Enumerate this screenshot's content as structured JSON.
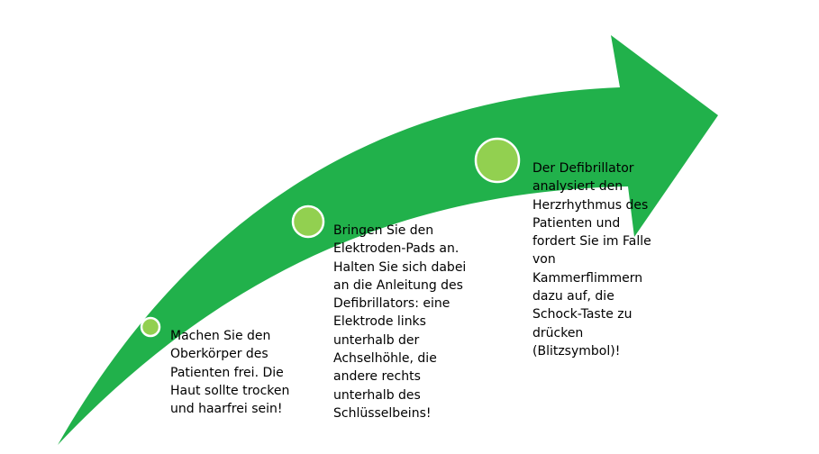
{
  "colors": {
    "arrow": "#21b14b",
    "marker_fill": "#92d050",
    "marker_stroke": "#ffffff",
    "text": "#000000"
  },
  "steps": [
    {
      "text": "Machen Sie den\nOberkörper des\nPatienten frei. Die\nHaut sollte trocken\nund haarfrei sein!"
    },
    {
      "text": "Bringen Sie den\nElektroden-Pads an.\nHalten Sie sich dabei\nan die Anleitung des\nDefibrillators: eine\nElektrode links\nunterhalb der\nAchselhöhle, die\nandere rechts\nunterhalb des\nSchlüsselbeins!"
    },
    {
      "text": "Der Defibrillator\nanalysiert den\nHerzrhythmus des\nPatienten und\nfordert Sie im Falle\nvon\nKammerflimmern\ndazu auf, die\nSchock-Taste zu\ndrücken\n(Blitzsymbol)!"
    }
  ]
}
